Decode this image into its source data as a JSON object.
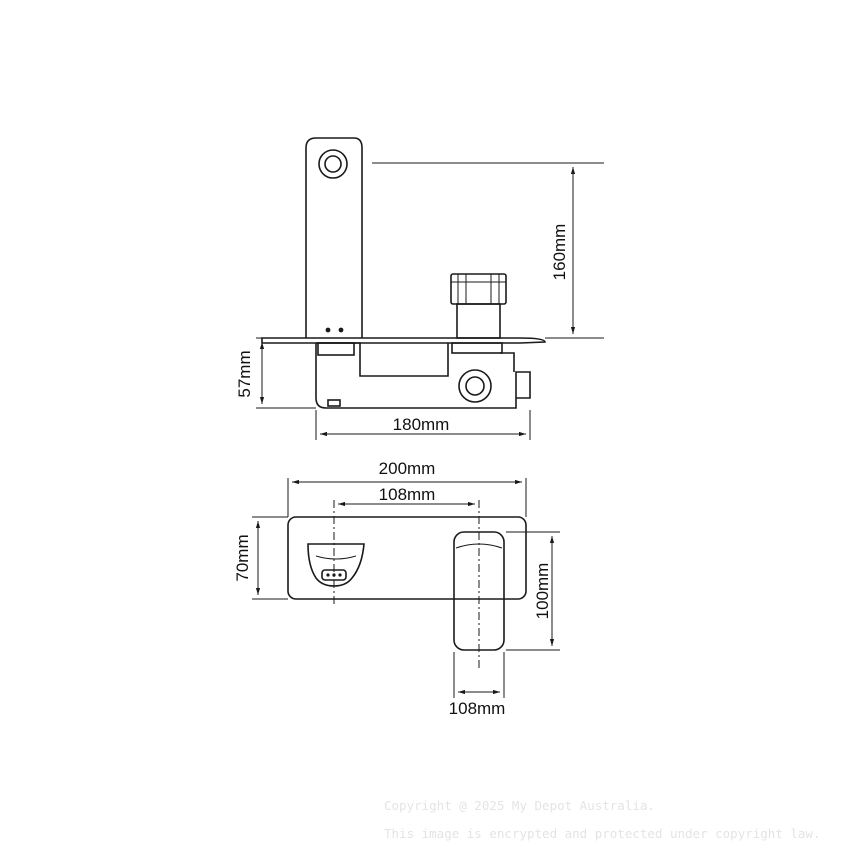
{
  "side_view": {
    "dim_height_spout": "160mm",
    "dim_body_height": "57mm",
    "dim_body_length": "180mm"
  },
  "top_view": {
    "dim_plate_width": "200mm",
    "dim_centers": "108mm",
    "dim_plate_height": "70mm",
    "dim_handle_height": "100mm",
    "dim_handle_width": "108mm"
  },
  "watermark": {
    "line1": "Copyright @ 2025 My Depot Australia.",
    "line2": "This image is encrypted and protected under copyright law."
  }
}
